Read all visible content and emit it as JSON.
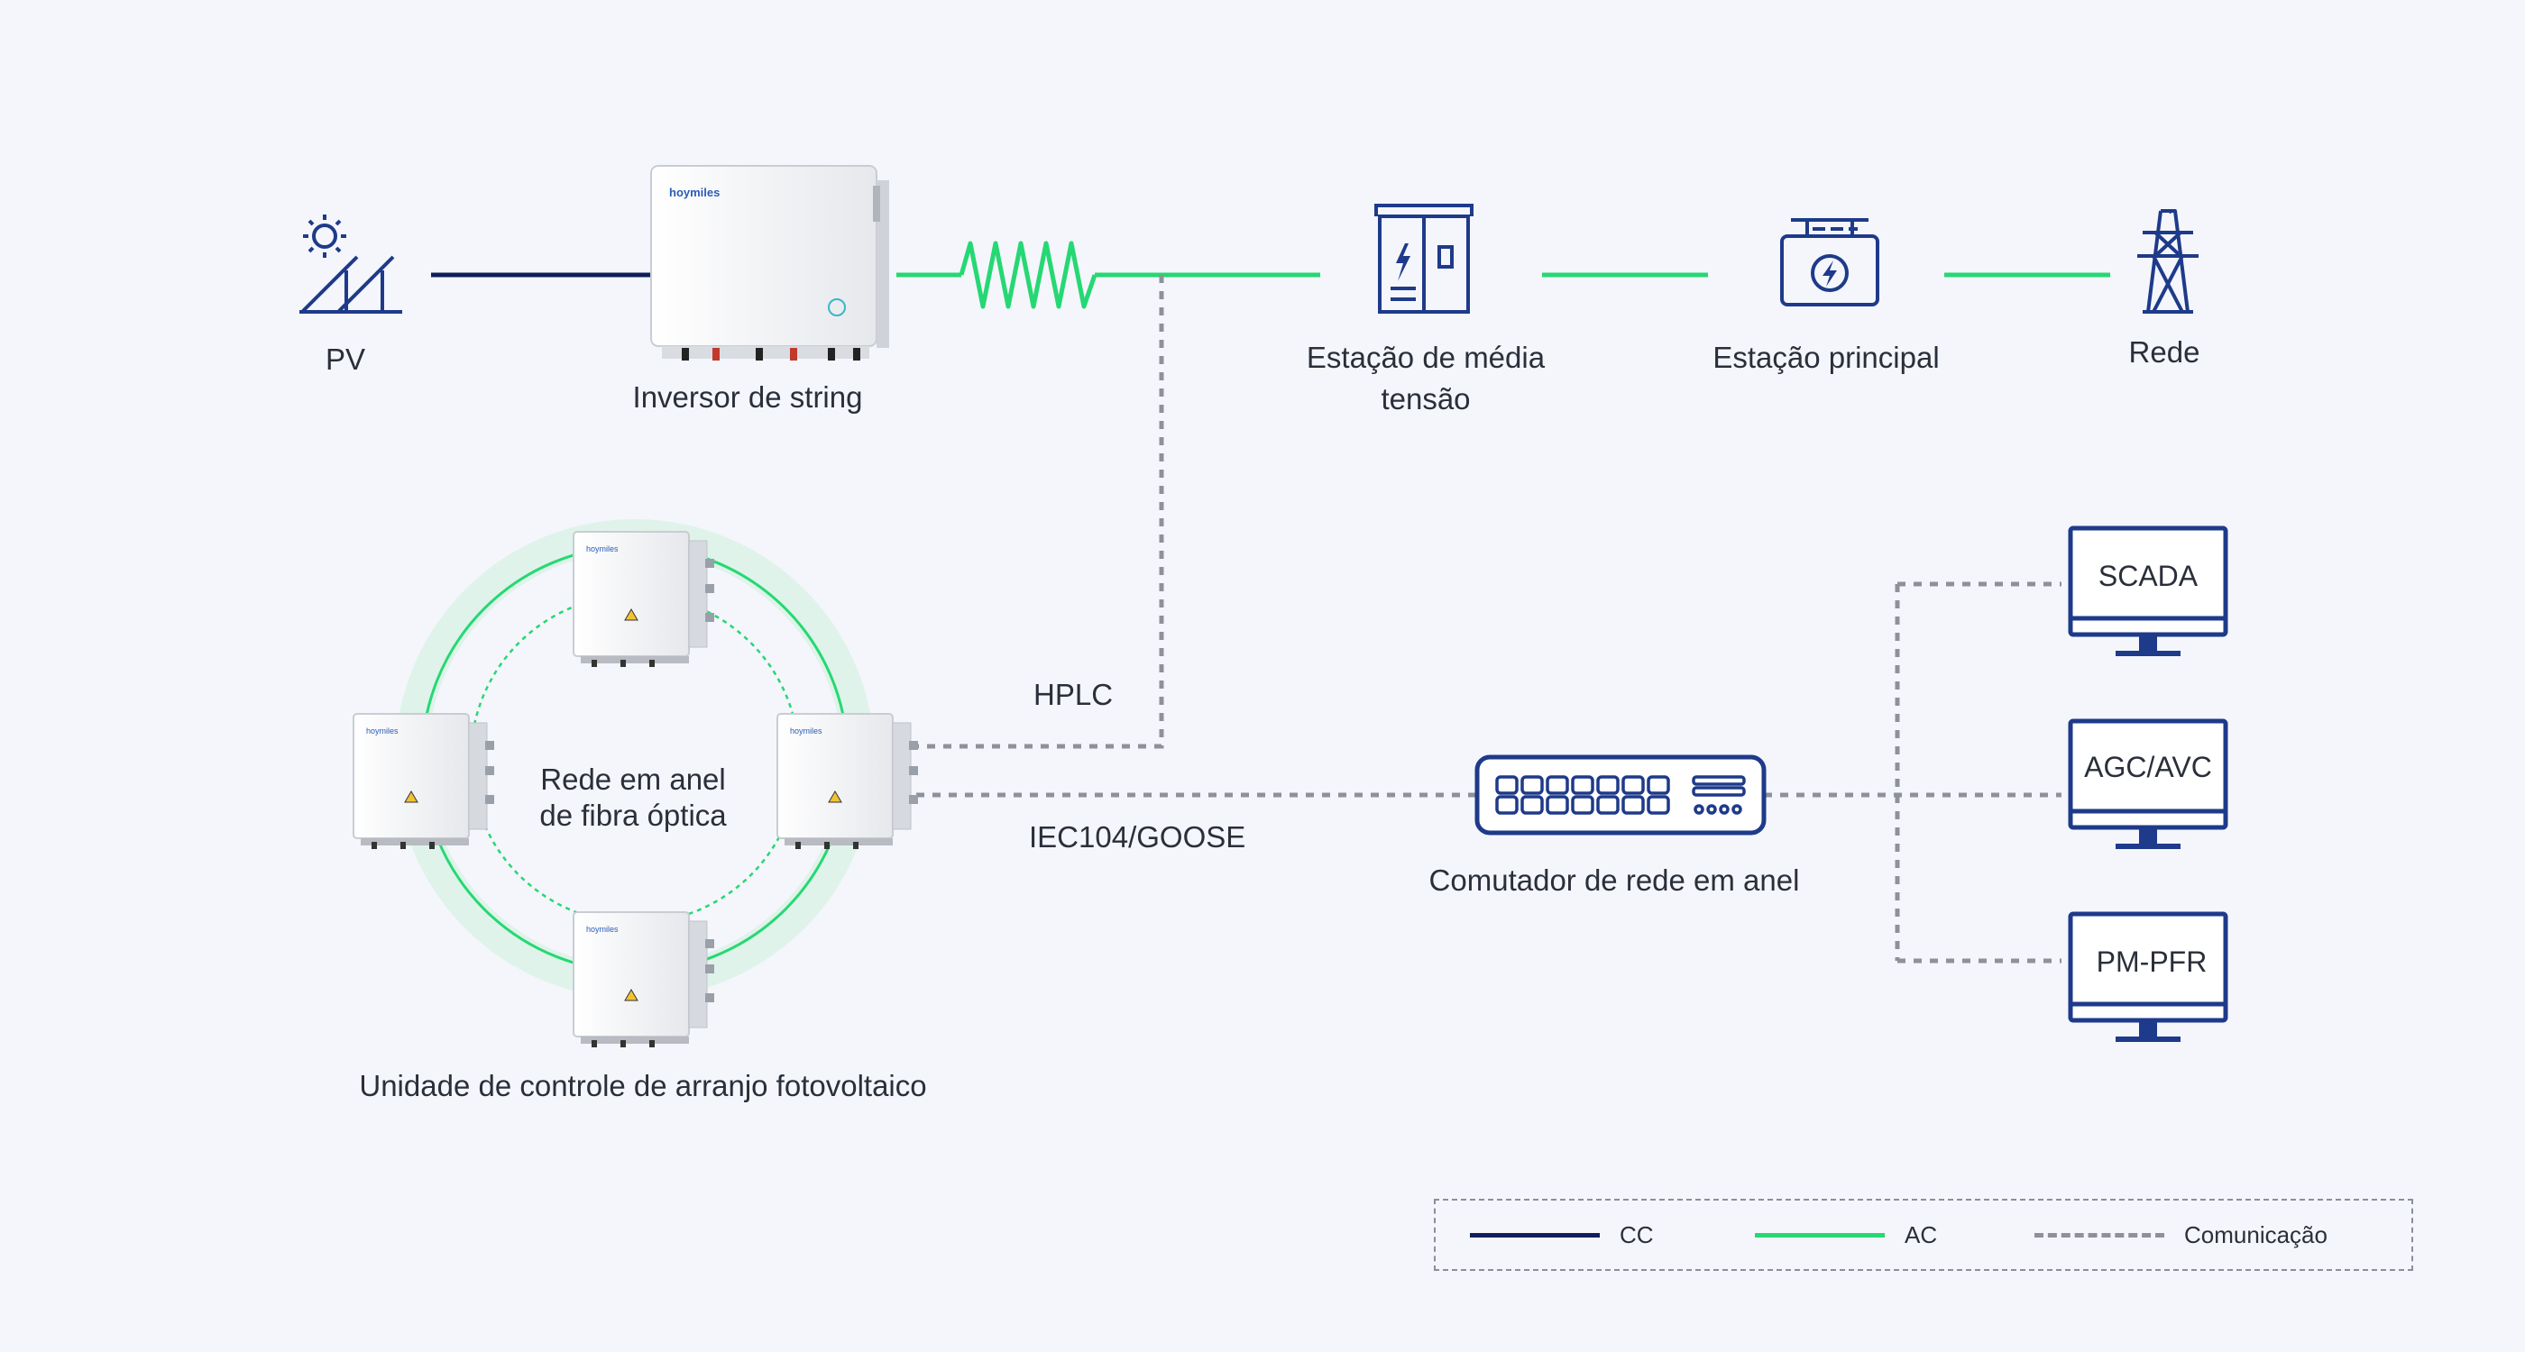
{
  "nodes": {
    "pv": "PV",
    "inverter": "Inversor de string",
    "inverter_brand": "hoymiles",
    "mv_station": "Estação de média tensão",
    "main_station": "Estação principal",
    "grid": "Rede",
    "ring": "Rede em anel de fibra óptica",
    "array_unit": "Unidade de controle de arranjo fotovoltaico",
    "switch": "Comutador de rede em anel",
    "hplc": "HPLC",
    "iec": "IEC104/GOOSE",
    "scada": "SCADA",
    "agc": "AGC/AVC",
    "pmpfr": "PM-PFR"
  },
  "legend": {
    "cc": "CC",
    "ac": "AC",
    "comm": "Comunicação"
  },
  "colors": {
    "cc": "#0f1f5c",
    "ac": "#26d873",
    "comm": "#8e9199",
    "icon": "#1e3a8a",
    "ring_halo": "#dff3ea",
    "text": "#2a2f3a"
  },
  "icons": [
    "solar-panel-icon",
    "inverter-icon",
    "ac-filter-icon",
    "mv-station-icon",
    "main-station-icon",
    "transmission-tower-icon",
    "network-switch-icon",
    "monitor-icon",
    "warning-icon"
  ]
}
